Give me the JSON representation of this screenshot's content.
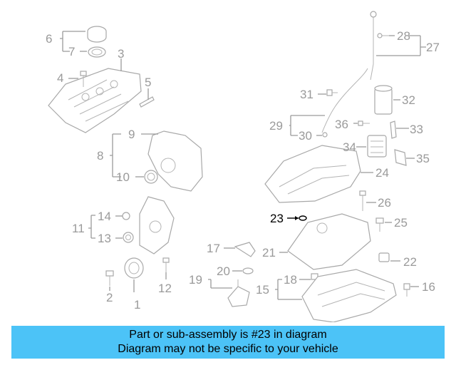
{
  "diagram": {
    "labels": [
      "1",
      "2",
      "3",
      "4",
      "5",
      "6",
      "7",
      "8",
      "9",
      "10",
      "11",
      "12",
      "13",
      "14",
      "15",
      "16",
      "17",
      "18",
      "19",
      "20",
      "21",
      "22",
      "23",
      "24",
      "25",
      "26",
      "27",
      "28",
      "29",
      "30",
      "31",
      "32",
      "33",
      "34",
      "35",
      "36"
    ],
    "highlighted_part": "23"
  },
  "banner": {
    "line1": "Part or sub-assembly is #23 in diagram",
    "line2": "Diagram may not be specific to your vehicle",
    "color": "#4cc3f7"
  }
}
